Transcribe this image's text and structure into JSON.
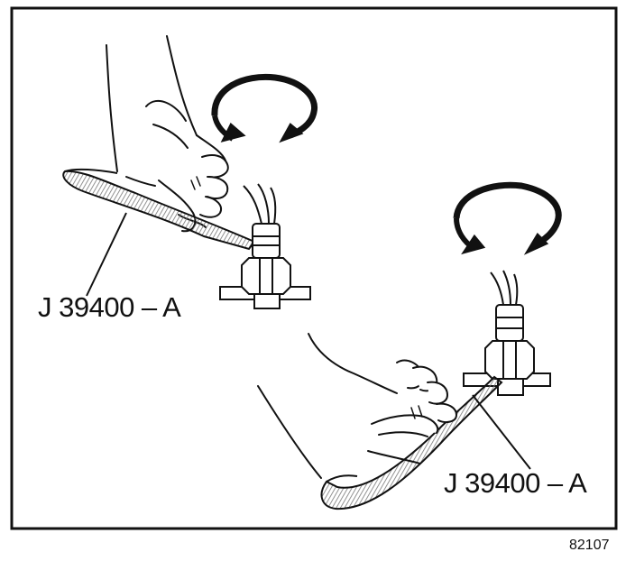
{
  "callouts": {
    "top_tool_label": "J 39400 – A",
    "bottom_tool_label": "J 39400 – A"
  },
  "figure_number": "82107",
  "colors": {
    "ink": "#111111",
    "paper": "#ffffff",
    "hatch": "#9a9a9a"
  }
}
